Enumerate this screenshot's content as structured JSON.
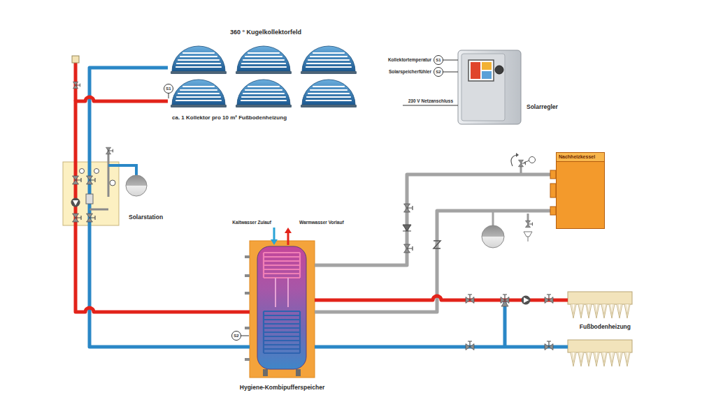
{
  "diagram": {
    "nodes": [
      {
        "text": [
          "360 ° Kugelkollektorfeld",
          "ca. 1 Kollektor pro 10 m² Fußbodenheizung"
        ]
      },
      {
        "text": [
          "Solarregler"
        ]
      },
      {
        "text": [
          "Solarstation"
        ]
      },
      {
        "text": [
          "Nachheizkessel"
        ]
      },
      {
        "text": [
          "Hygiene-Kombipufferspeicher"
        ]
      },
      {
        "text": [
          "Fußbodenheizung"
        ]
      }
    ],
    "edges": [
      {
        "from": 0,
        "to": 2,
        "arrow": "none"
      },
      {
        "from": 2,
        "to": 0,
        "arrow": "none"
      },
      {
        "from": 2,
        "to": 4,
        "arrow": "none"
      },
      {
        "from": 4,
        "to": 2,
        "arrow": "none"
      },
      {
        "from": 4,
        "to": 3,
        "arrow": "none"
      },
      {
        "from": 3,
        "to": 4,
        "arrow": "none"
      },
      {
        "from": 4,
        "to": 5,
        "arrow": "none"
      },
      {
        "from": 5,
        "to": 4,
        "arrow": "none"
      }
    ],
    "labels": [
      "S1",
      "Kollektortemperatur",
      "S1",
      "Solarspeicherfühler",
      "S2",
      "230 V Netzanschluss",
      "Kaltwasser Zulauf",
      "Warmwasser Vorlauf",
      "S2"
    ]
  }
}
